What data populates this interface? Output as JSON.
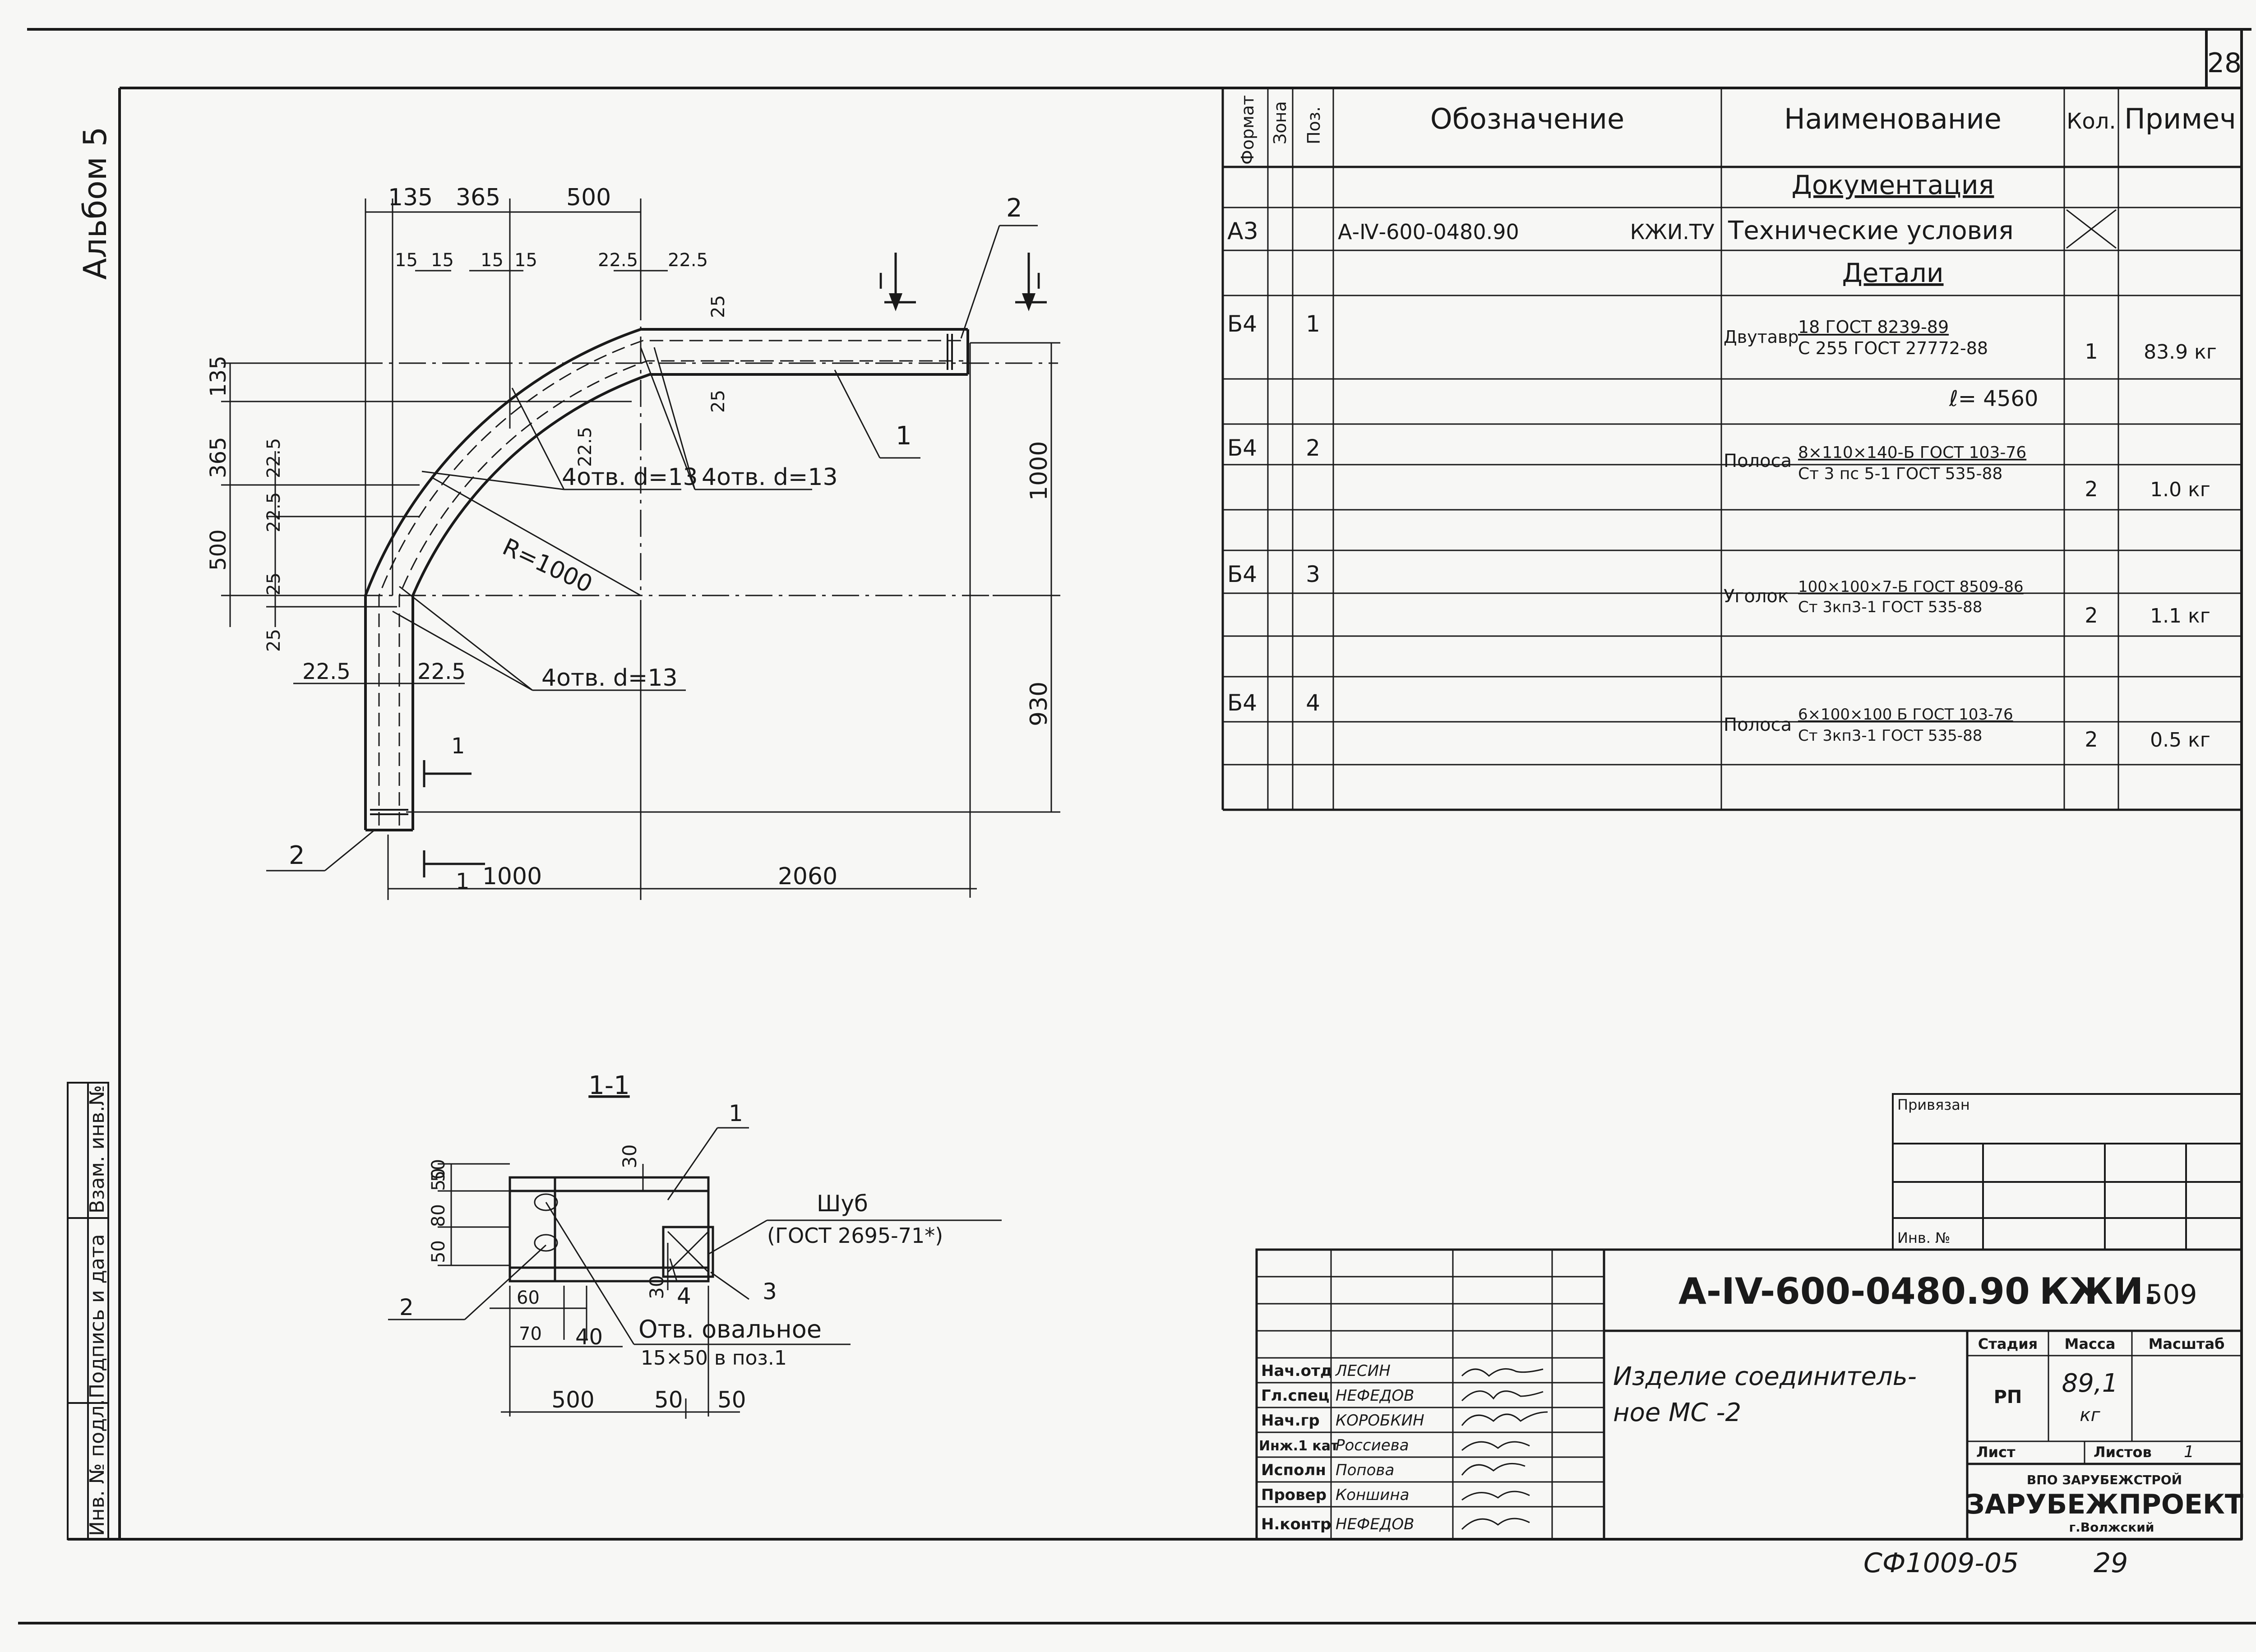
{
  "sheet_no": "28",
  "album": "Альбом 5",
  "spec": {
    "headers": {
      "format": "Формат",
      "zone": "Зона",
      "pos": "Поз.",
      "designation": "Обозначение",
      "name": "Наименование",
      "qty": "Кол.",
      "note": "Примеч"
    },
    "section_docs": "Документация",
    "doc_row": {
      "format": "А3",
      "designation": "А-Ⅳ-600-0480.90",
      "suffix": "КЖИ.ТУ",
      "name": "Технические условия"
    },
    "section_parts": "Детали",
    "parts": [
      {
        "format": "Б4",
        "pos": "1",
        "prefix": "Двутавр",
        "top": "18 ГОСТ 8239-89",
        "bottom": "С 255 ГОСТ 27772-88",
        "extra": "ℓ= 4560",
        "qty": "1",
        "note": "83.9 кг"
      },
      {
        "format": "Б4",
        "pos": "2",
        "prefix": "Полоса",
        "top": "8×110×140-Б ГОСТ 103-76",
        "bottom": "Ст 3 пс 5-1 ГОСТ 535-88",
        "qty": "2",
        "note": "1.0 кг"
      },
      {
        "format": "Б4",
        "pos": "3",
        "prefix": "Уголок",
        "top": "100×100×7-Б ГОСТ 8509-86",
        "bottom": "Ст 3кп3-1 ГОСТ 535-88",
        "qty": "2",
        "note": "1.1 кг"
      },
      {
        "format": "Б4",
        "pos": "4",
        "prefix": "Полоса",
        "top": "6×100×100 Б ГОСТ 103-76",
        "bottom": "Ст 3кп3-1 ГОСТ 535-88",
        "qty": "2",
        "note": "0.5 кг"
      }
    ]
  },
  "drawing": {
    "top_dims": [
      "135",
      "365",
      "500"
    ],
    "small_dims": [
      "15",
      "15",
      "15",
      "15",
      "22.5",
      "22.5"
    ],
    "dim_25_top": "25",
    "dim_25_bot": "25",
    "left_dims": [
      "135",
      "365",
      "22.5",
      "22.5",
      "500",
      "25",
      "25"
    ],
    "left_small": "22.5",
    "hole_notes": [
      "4отв. d=13",
      "4отв. d=13",
      "4отв. d=13"
    ],
    "radius": "R=1000",
    "right_dims": [
      "1000",
      "930"
    ],
    "bottom_dims": [
      "1000",
      "2060"
    ],
    "bottom_22": [
      "22.5",
      "22.5"
    ],
    "callouts": [
      "1",
      "2",
      "2"
    ],
    "section_marks": [
      "I",
      "I",
      "1",
      "1"
    ]
  },
  "section": {
    "title": "1-1",
    "dims_left": [
      "50",
      "80",
      "50",
      "50"
    ],
    "dim_30a": "30",
    "dim_30b": "30",
    "bottom_dims": [
      "60",
      "70",
      "40"
    ],
    "base_dims": [
      "500",
      "50",
      "50"
    ],
    "callouts": [
      "1",
      "2",
      "3",
      "4"
    ],
    "weld": "Шуб",
    "weld_gost": "(ГОСТ 2695-71*)",
    "hole_note": "Отв. овальное",
    "hole_note2": "15×50   в поз.1"
  },
  "stamp_side": [
    "Инв. № подл.",
    "Подпись и дата",
    "Взам. инв.№"
  ],
  "privyazan": {
    "label": "Привязан",
    "inv": "Инв. №"
  },
  "title_block": {
    "code": "А-IV-600-0480.90",
    "series": "КЖИ.",
    "series_no": "509",
    "roles": [
      {
        "role": "Нач.отд",
        "name": "ЛЕСИН"
      },
      {
        "role": "Гл.спец",
        "name": "НЕФЕДОВ"
      },
      {
        "role": "Нач.гр",
        "name": "КОРОБКИН"
      },
      {
        "role": "Инж.1 кат",
        "name": "Россиева"
      },
      {
        "role": "Исполн",
        "name": "Попова"
      },
      {
        "role": "Провер",
        "name": "Коншина"
      },
      {
        "role": "Н.контр",
        "name": "НЕФЕДОВ"
      }
    ],
    "item_name_1": "Изделие соединитель-",
    "item_name_2": "ное  МС -2",
    "stage_h": "Стадия",
    "mass_h": "Масса",
    "scale_h": "Масштаб",
    "stage": "РП",
    "mass": "89,1",
    "mass_unit": "кг",
    "sheet_l": "Лист",
    "sheets_l": "Листов",
    "sheets": "1",
    "org_top": "ВПО ЗАРУБЕЖСТРОЙ",
    "org": "ЗАРУБЕЖПРОЕКТ",
    "org_city": "г.Волжский"
  },
  "footer": {
    "code": "СФ1009-05",
    "page": "29"
  }
}
